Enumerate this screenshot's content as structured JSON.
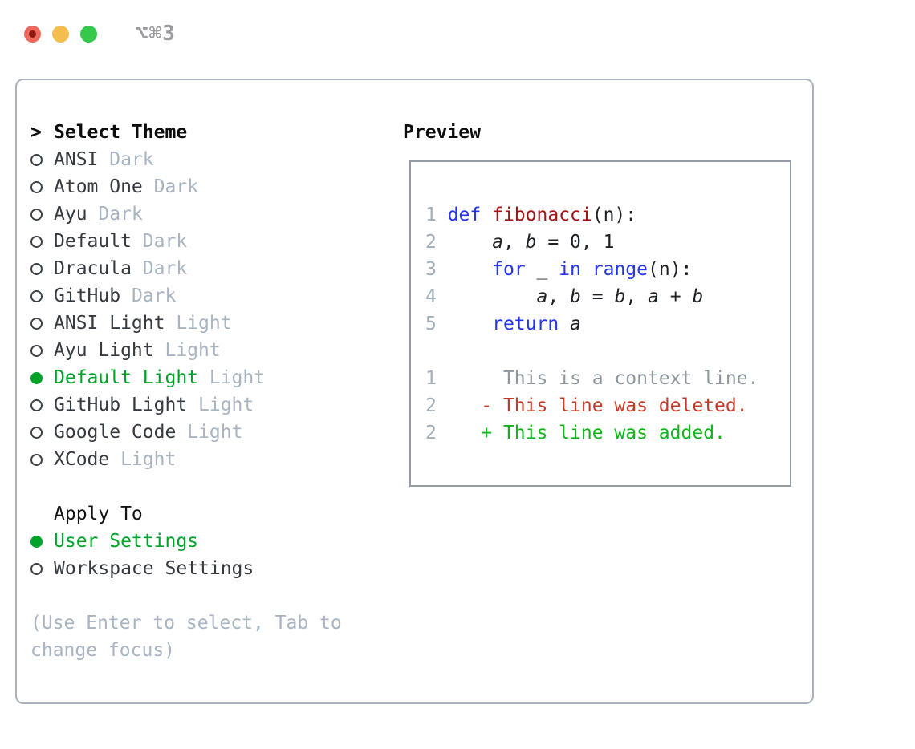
{
  "titlebar": {
    "title": "⌥⌘3",
    "lights": [
      "close",
      "minimize",
      "zoom"
    ]
  },
  "theme_picker": {
    "heading_prefix": ">",
    "heading": "Select Theme",
    "items": [
      {
        "name": "ANSI",
        "variant": "Dark",
        "selected": false
      },
      {
        "name": "Atom One",
        "variant": "Dark",
        "selected": false
      },
      {
        "name": "Ayu",
        "variant": "Dark",
        "selected": false
      },
      {
        "name": "Default",
        "variant": "Dark",
        "selected": false
      },
      {
        "name": "Dracula",
        "variant": "Dark",
        "selected": false
      },
      {
        "name": "GitHub",
        "variant": "Dark",
        "selected": false
      },
      {
        "name": "ANSI Light",
        "variant": "Light",
        "selected": false
      },
      {
        "name": "Ayu Light",
        "variant": "Light",
        "selected": false
      },
      {
        "name": "Default Light",
        "variant": "Light",
        "selected": true
      },
      {
        "name": "GitHub Light",
        "variant": "Light",
        "selected": false
      },
      {
        "name": "Google Code",
        "variant": "Light",
        "selected": false
      },
      {
        "name": "XCode",
        "variant": "Light",
        "selected": false
      }
    ]
  },
  "apply_to": {
    "heading": "Apply To",
    "options": [
      {
        "name": "User Settings",
        "selected": true
      },
      {
        "name": "Workspace Settings",
        "selected": false
      }
    ]
  },
  "hint": "(Use Enter to select, Tab to change focus)",
  "preview": {
    "heading": "Preview",
    "code_lines": [
      {
        "num": "1",
        "tokens": [
          {
            "t": "def",
            "c": "kw"
          },
          {
            "t": " "
          },
          {
            "t": "fibonacci",
            "c": "fn"
          },
          {
            "t": "(n):"
          }
        ]
      },
      {
        "num": "2",
        "tokens": [
          {
            "t": "    "
          },
          {
            "t": "a",
            "c": "var"
          },
          {
            "t": ", "
          },
          {
            "t": "b",
            "c": "var"
          },
          {
            "t": " = 0, 1"
          }
        ]
      },
      {
        "num": "3",
        "tokens": [
          {
            "t": "    "
          },
          {
            "t": "for",
            "c": "kw"
          },
          {
            "t": " _ "
          },
          {
            "t": "in",
            "c": "kw"
          },
          {
            "t": " "
          },
          {
            "t": "range",
            "c": "kw"
          },
          {
            "t": "(n):"
          }
        ]
      },
      {
        "num": "4",
        "tokens": [
          {
            "t": "        "
          },
          {
            "t": "a",
            "c": "var"
          },
          {
            "t": ", "
          },
          {
            "t": "b",
            "c": "var"
          },
          {
            "t": " = "
          },
          {
            "t": "b",
            "c": "var"
          },
          {
            "t": ", "
          },
          {
            "t": "a",
            "c": "var"
          },
          {
            "t": " + "
          },
          {
            "t": "b",
            "c": "var"
          }
        ]
      },
      {
        "num": "5",
        "tokens": [
          {
            "t": "    "
          },
          {
            "t": "return",
            "c": "kw"
          },
          {
            "t": " "
          },
          {
            "t": "a",
            "c": "var"
          }
        ]
      }
    ],
    "diff_lines": [
      {
        "num": "1",
        "marker": " ",
        "kind": "context",
        "text": "This is a context line."
      },
      {
        "num": "2",
        "marker": "-",
        "kind": "deleted",
        "text": "This line was deleted."
      },
      {
        "num": "2",
        "marker": "+",
        "kind": "added",
        "text": "This line was added."
      }
    ]
  },
  "colors": {
    "green": "#00a32a",
    "muted": "#a9b4c0",
    "text": "#343a40",
    "lnum": "#a3aeb9",
    "kw": "#2433ee",
    "fn": "#a31515",
    "code": "#1e2226",
    "ctx": "#8e979e",
    "del": "#c43a28",
    "add": "#12b41c",
    "frame-border": "#a9b2bc",
    "preview-border": "#939ca4",
    "tl-red": "#ee6a5f",
    "tl-red-dot": "#8c1a11",
    "tl-yellow": "#f5bd4f",
    "tl-green": "#35c84b",
    "title-gray": "#9a9ba0"
  }
}
